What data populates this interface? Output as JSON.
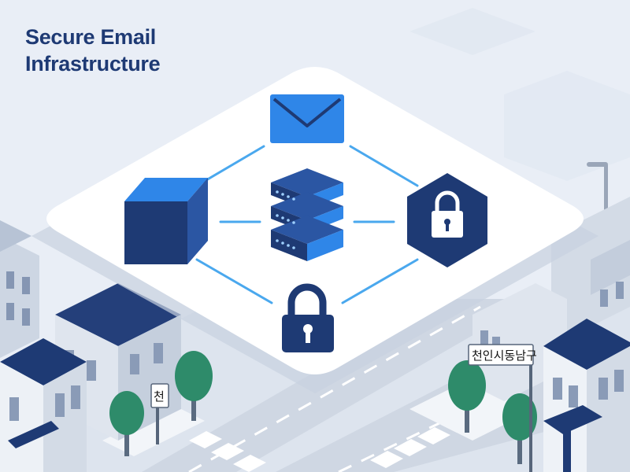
{
  "title": {
    "line1": "Secure Email",
    "line2": "Infrastructure"
  },
  "street_signs": {
    "right": "천인시동남구",
    "left": "천"
  },
  "diagram": {
    "nodes": [
      {
        "id": "email",
        "icon": "envelope-icon"
      },
      {
        "id": "cube",
        "icon": "cube-icon"
      },
      {
        "id": "server",
        "icon": "server-stack-icon"
      },
      {
        "id": "hex-lock",
        "icon": "hexagon-lock-icon"
      },
      {
        "id": "lock",
        "icon": "padlock-icon"
      }
    ],
    "edges": [
      [
        "email",
        "cube"
      ],
      [
        "email",
        "hex-lock"
      ],
      [
        "cube",
        "server"
      ],
      [
        "server",
        "hex-lock"
      ],
      [
        "cube",
        "lock"
      ],
      [
        "hex-lock",
        "lock"
      ]
    ]
  },
  "colors": {
    "navy": "#1e3a74",
    "blue": "#2f86e8",
    "connector": "#4aa8ee",
    "platform": "#ffffff",
    "background": "#e9eef6"
  }
}
